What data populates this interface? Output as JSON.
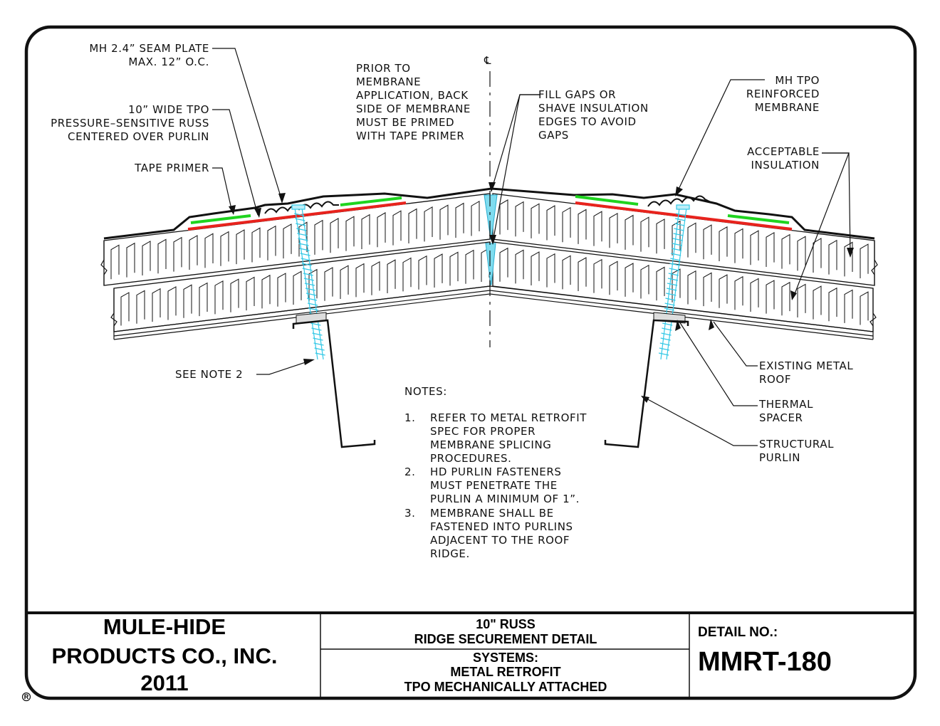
{
  "callouts": {
    "seam_plate_1": "MH 2.4” SEAM PLATE",
    "seam_plate_2": "MAX. 12” O.C.",
    "russ_1": "10” WIDE TPO",
    "russ_2": "PRESSURE–SENSITIVE RUSS",
    "russ_3": "CENTERED OVER PURLIN",
    "tape_primer": "TAPE PRIMER",
    "prior_1": "PRIOR TO",
    "prior_2": "MEMBRANE",
    "prior_3": "APPLICATION, BACK",
    "prior_4": "SIDE OF MEMBRANE",
    "prior_5": "MUST BE PRIMED",
    "prior_6": "WITH TAPE PRIMER",
    "centerline": "℄",
    "fill_1": "FILL GAPS OR",
    "fill_2": "SHAVE INSULATION",
    "fill_3": "EDGES TO AVOID",
    "fill_4": "GAPS",
    "mh_tpo_1": "MH TPO",
    "mh_tpo_2": "REINFORCED",
    "mh_tpo_3": "MEMBRANE",
    "insul_1": "ACCEPTABLE",
    "insul_2": "INSULATION",
    "see_note": "SEE NOTE 2",
    "metal_roof_1": "EXISTING METAL",
    "metal_roof_2": "ROOF",
    "spacer_1": "THERMAL",
    "spacer_2": "SPACER",
    "purlin_1": "STRUCTURAL",
    "purlin_2": "PURLIN"
  },
  "notes": {
    "heading": "NOTES:",
    "n1_num": "1.",
    "n1_l1": "REFER TO METAL RETROFIT",
    "n1_l2": "SPEC FOR PROPER",
    "n1_l3": "MEMBRANE SPLICING",
    "n1_l4": "PROCEDURES.",
    "n2_num": "2.",
    "n2_l1": "HD PURLIN FASTENERS",
    "n2_l2": "MUST PENETRATE THE",
    "n2_l3": "PURLIN A MINIMUM OF 1”.",
    "n3_num": "3.",
    "n3_l1": "MEMBRANE SHALL BE",
    "n3_l2": "FASTENED INTO PURLINS",
    "n3_l3": "ADJACENT TO THE ROOF",
    "n3_l4": "RIDGE."
  },
  "title_block": {
    "company_1": "MULE-HIDE",
    "company_2": "PRODUCTS CO., INC.",
    "company_3": "2011",
    "registered": "R",
    "title_1": "10\" RUSS",
    "title_2": "RIDGE SECUREMENT DETAIL",
    "systems_1": "SYSTEMS:",
    "systems_2": "METAL RETROFIT",
    "systems_3": "TPO MECHANICALLY ATTACHED",
    "detail_label": "DETAIL NO.:",
    "detail_number": "MMRT-180"
  },
  "colors": {
    "line": "#111111",
    "russ_tape": "#e8231d",
    "tape_primer": "#1fd41f",
    "fastener": "#33c8e6",
    "gap_fill": "#7fdcef"
  }
}
